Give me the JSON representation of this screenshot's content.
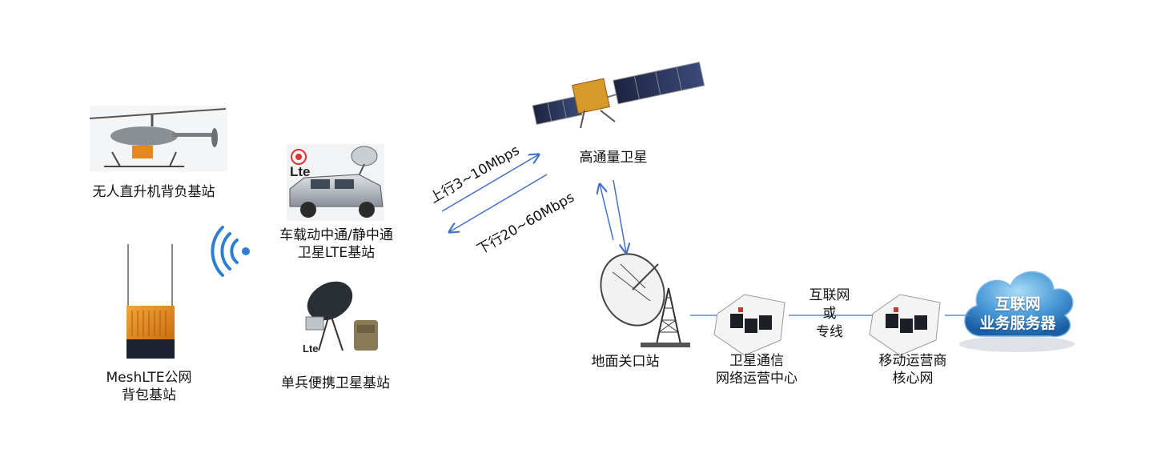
{
  "nodes": {
    "uav_helicopter": {
      "label": "无人直升机背负基站"
    },
    "mesh_backpack": {
      "label_line1": "MeshLTE公网",
      "label_line2": "背包基站"
    },
    "vehicle_station": {
      "label_line1": "车载动中通/静中通",
      "label_line2": "卫星LTE基站",
      "badge": "Lte"
    },
    "portable_station": {
      "label": "单兵便携卫星基站",
      "badge": "Lte"
    },
    "satellite": {
      "label": "高通量卫星"
    },
    "ground_gateway": {
      "label": "地面关口站"
    },
    "sat_ops_center": {
      "label_line1": "卫星通信",
      "label_line2": "网络运营中心"
    },
    "mobile_core": {
      "label_line1": "移动运营商",
      "label_line2": "核心网"
    },
    "internet_cloud": {
      "label_line1": "互联网",
      "label_line2": "业务服务器"
    }
  },
  "links": {
    "uplink": "上行3~10Mbps",
    "downlink": "下行20~60Mbps",
    "internet_or_private_line": [
      "互联网",
      "或",
      "专线"
    ]
  },
  "colors": {
    "arrow": "#4472c4",
    "line": "#5b8bd6",
    "cloud_top": "#7fc3ea",
    "cloud_bottom": "#1f6fb5",
    "mesh_orange": "#e48a1c",
    "wifi_blue": "#2f7fd0"
  }
}
